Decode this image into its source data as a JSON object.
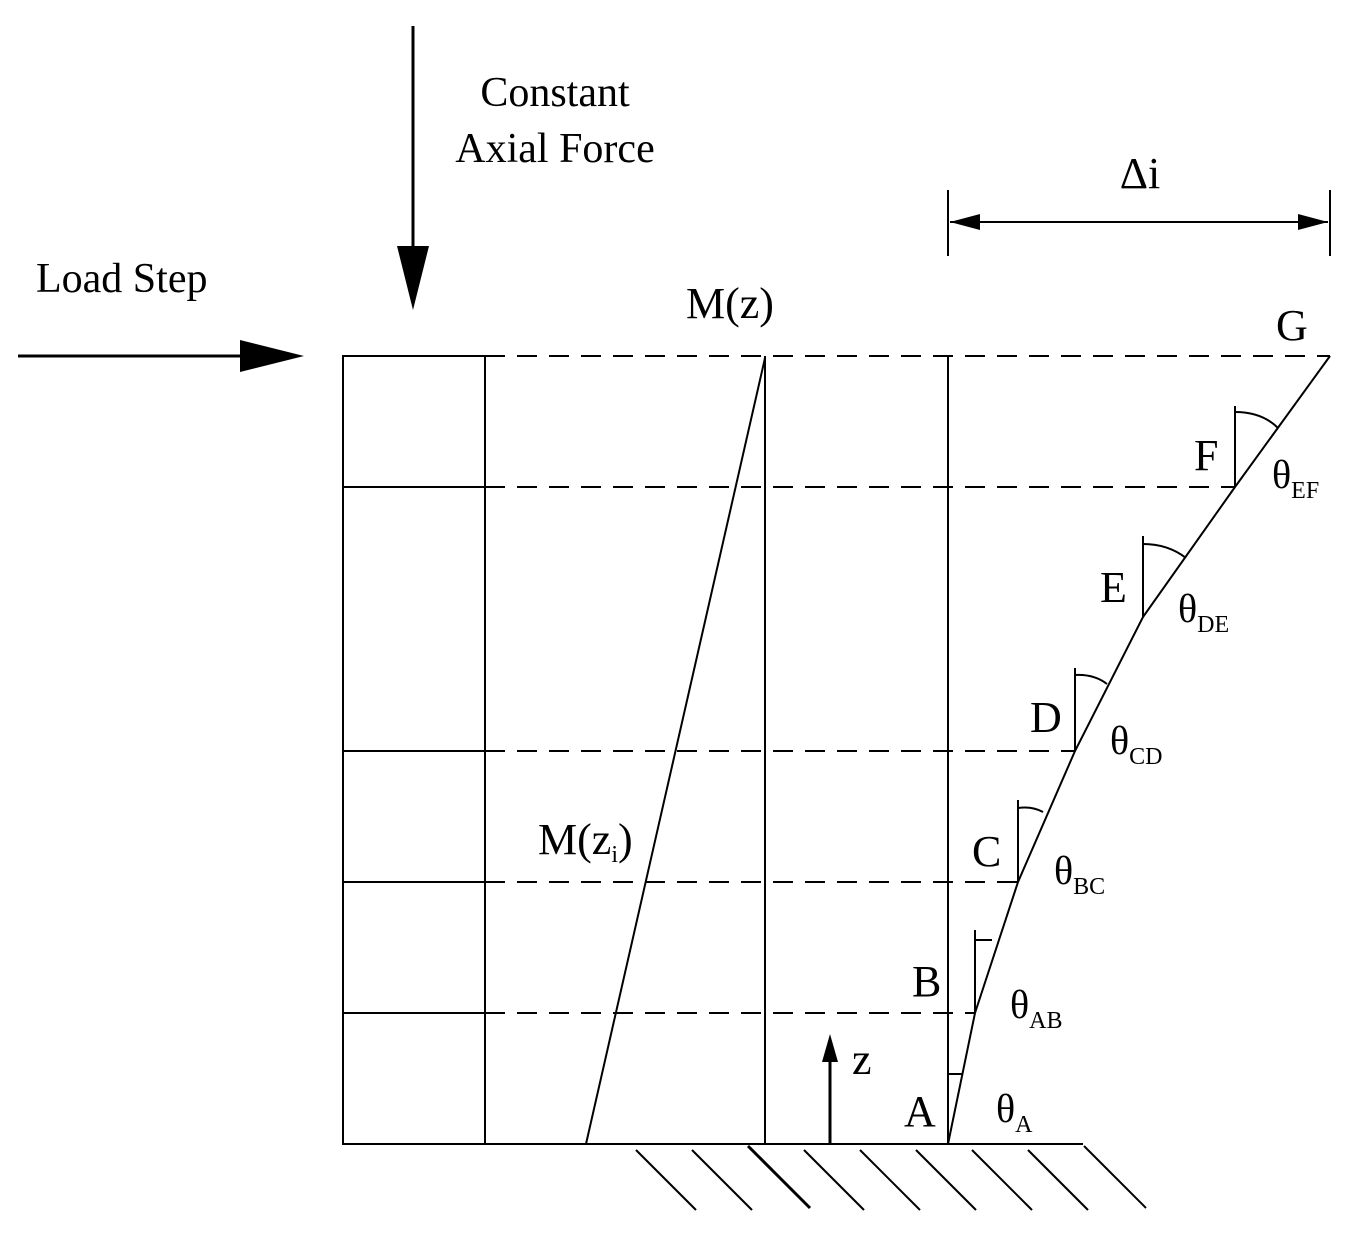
{
  "labels": {
    "axial_line1": "Constant",
    "axial_line2": "Axial Force",
    "load_step": "Load Step",
    "delta": "Δi",
    "m_z": "M(z)",
    "m_zi_main": "M(z",
    "m_zi_sub": "i",
    "m_zi_close": ")",
    "z": "z"
  },
  "points": [
    "A",
    "B",
    "C",
    "D",
    "E",
    "F",
    "G"
  ],
  "angles": [
    {
      "main": "θ",
      "sub": "A"
    },
    {
      "main": "θ",
      "sub": "AB"
    },
    {
      "main": "θ",
      "sub": "BC"
    },
    {
      "main": "θ",
      "sub": "CD"
    },
    {
      "main": "θ",
      "sub": "DE"
    },
    {
      "main": "θ",
      "sub": "EF"
    }
  ],
  "colors": {
    "ink": "#000000",
    "background": "#ffffff"
  }
}
